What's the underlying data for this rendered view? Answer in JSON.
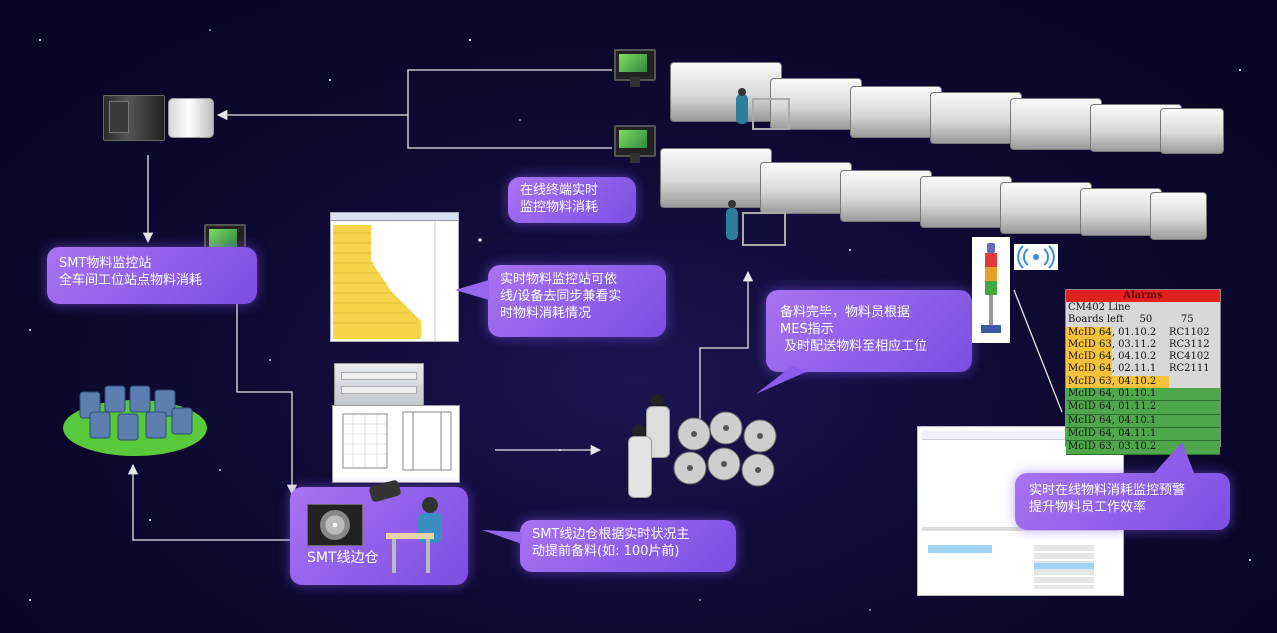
{
  "colors": {
    "bubble": "#8a5ce8",
    "connector": "#e6e6e6",
    "alarm_header": "#e32020",
    "alarm_yellow": "#f6c23b",
    "alarm_green": "#4ea84b"
  },
  "nodes": {
    "smt_station": {
      "lines": [
        "SMT物料监控站",
        "全车间工位站点物料消耗"
      ]
    },
    "online_terminal": {
      "lines": [
        "在线终端实时",
        "监控物料消耗"
      ]
    },
    "realtime_station": {
      "lines": [
        "实时物料监控站可依",
        "线/设备去同步兼看实",
        "时物料消耗情况"
      ]
    },
    "prep_done": {
      "lines": [
        "备料完毕，物料员根据",
        "MES指示",
        " 及时配送物料至相应工位"
      ]
    },
    "warning": {
      "lines": [
        "实时在线物料消耗监控预警",
        "提升物料员工作效率"
      ]
    },
    "side_warehouse_note": {
      "lines": [
        "SMT线边仓根据实时状况主",
        "动提前备料(如: 100片前)"
      ]
    },
    "side_warehouse": {
      "label": "SMT线边仓"
    }
  },
  "alarm_panel": {
    "title": "Alarms",
    "line": "CM402 Line",
    "boards_left": "Boards left     50         75",
    "rows": [
      {
        "text": "McID 64, 01.10.2    RC1102",
        "status": "yellow"
      },
      {
        "text": "McID 63, 03.11.2    RC3112",
        "status": "yellow"
      },
      {
        "text": "McID 64, 04.10.2    RC4102",
        "status": "yellow"
      },
      {
        "text": "McID 64, 02.11.1    RC2111",
        "status": "yellow"
      },
      {
        "text": "McID 63, 04.10.2",
        "status": "yellow"
      },
      {
        "text": "McID 64, 01.10.1",
        "status": "green"
      },
      {
        "text": "McID 64, 01.11.2",
        "status": "green"
      },
      {
        "text": "McID 64, 04.10.1",
        "status": "green"
      },
      {
        "text": "McID 64, 04.11.1",
        "status": "green"
      },
      {
        "text": "McID 63, 03.10.2",
        "status": "green"
      }
    ]
  }
}
